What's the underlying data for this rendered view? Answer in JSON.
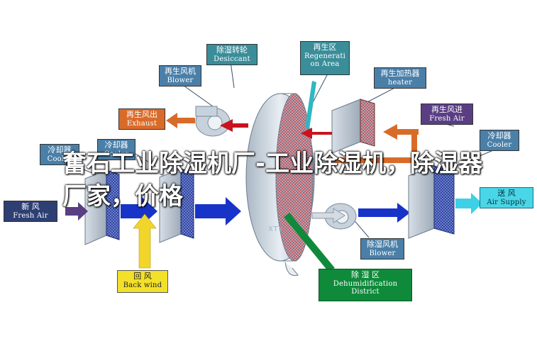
{
  "labels": {
    "desiccant": {
      "zh": "除湿转轮",
      "en": "Desiccant"
    },
    "regeneration": {
      "zh": "再生区",
      "en1": "Regenerati",
      "en2": "on Area"
    },
    "regen_blower": {
      "zh": "再生风机",
      "en": "Blower"
    },
    "regen_heater": {
      "zh": "再生加热器",
      "en": "heater"
    },
    "exhaust": {
      "zh": "再生风出",
      "en": "Exhaust"
    },
    "regen_fresh": {
      "zh": "再生风进",
      "en": "Fresh Air"
    },
    "cooler_a": {
      "zh": "冷却器",
      "en": "Cooler"
    },
    "cooler_b": {
      "zh": "冷却器",
      "en": "Cooler"
    },
    "cooler_right": {
      "zh": "冷却器",
      "en": "Cooler"
    },
    "fresh_air": {
      "zh": "新  风",
      "en": "Fresh Air"
    },
    "supply": {
      "zh": "送  风",
      "en": "Air Supply"
    },
    "back_wind": {
      "zh": "回  风",
      "en": "Back wind"
    },
    "process_blower": {
      "zh": "除湿风机",
      "en": "Blower"
    },
    "dehum": {
      "zh": "除  湿  区",
      "en1": "Dehumidification",
      "en2": "District"
    }
  },
  "watermark": {
    "text": "奮石工业除湿机厂-工业除湿机，除湿器厂家，价格",
    "small": "XTY"
  },
  "colors": {
    "blue_label": "#4a7fa8",
    "arrow_blue": "#1833c8",
    "arrow_red": "#c8141e",
    "arrow_orange": "#d96b2a",
    "arrow_cyan": "#3dd0e6",
    "arrow_yellow": "#f2d52a",
    "unit_blue": "#2c3f9e",
    "unit_gray": "#bcc6d0",
    "green": "#0f8a3a",
    "purple": "#5a3e84"
  }
}
